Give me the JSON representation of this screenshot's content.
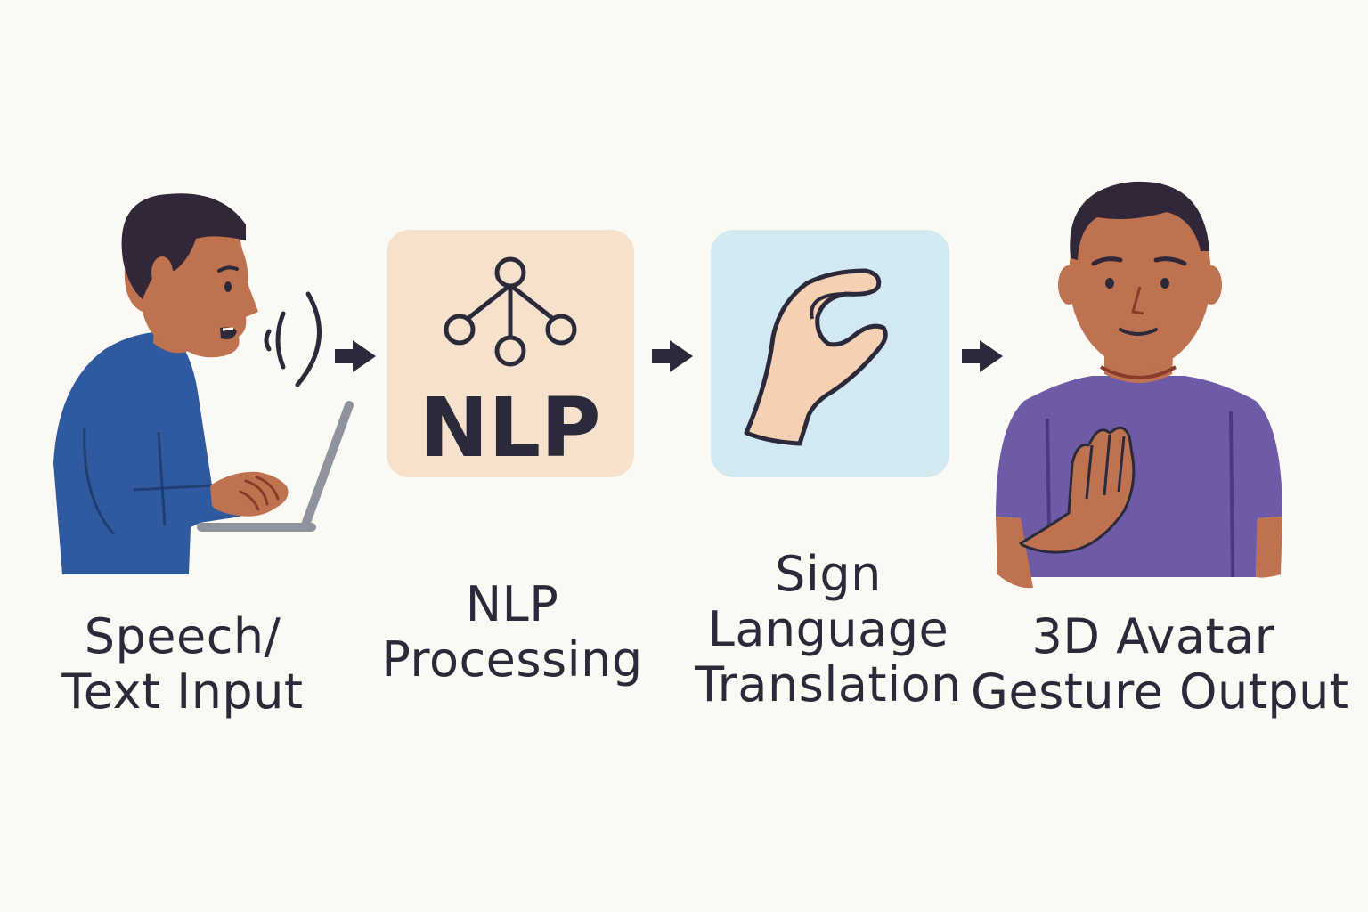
{
  "steps": [
    {
      "id": "speech-text-input",
      "icon": "person-speaking-at-laptop-icon",
      "label_lines": [
        "Speech/",
        "Text Input"
      ]
    },
    {
      "id": "nlp-processing",
      "icon": "network-tree-icon",
      "box_text": "NLP",
      "label_lines": [
        "NLP",
        "Processing"
      ]
    },
    {
      "id": "sign-language-translation",
      "icon": "sign-hand-icon",
      "label_lines": [
        "Sign",
        "Language",
        "Translation"
      ]
    },
    {
      "id": "avatar-gesture-output",
      "icon": "avatar-gesturing-icon",
      "label_lines": [
        "3D Avatar",
        "Gesture Output"
      ]
    }
  ],
  "colors": {
    "background": "#fbf9f4",
    "text": "#2b2a3a",
    "nlp_box": "#f6e1cd",
    "sign_box": "#d3e9f2",
    "shirt_blue": "#2f5a9f",
    "shirt_purple": "#6f5aa8",
    "skin": "#bf7250",
    "hair": "#312738",
    "laptop": "#8e939d",
    "hand_light": "#f5d0b2"
  }
}
